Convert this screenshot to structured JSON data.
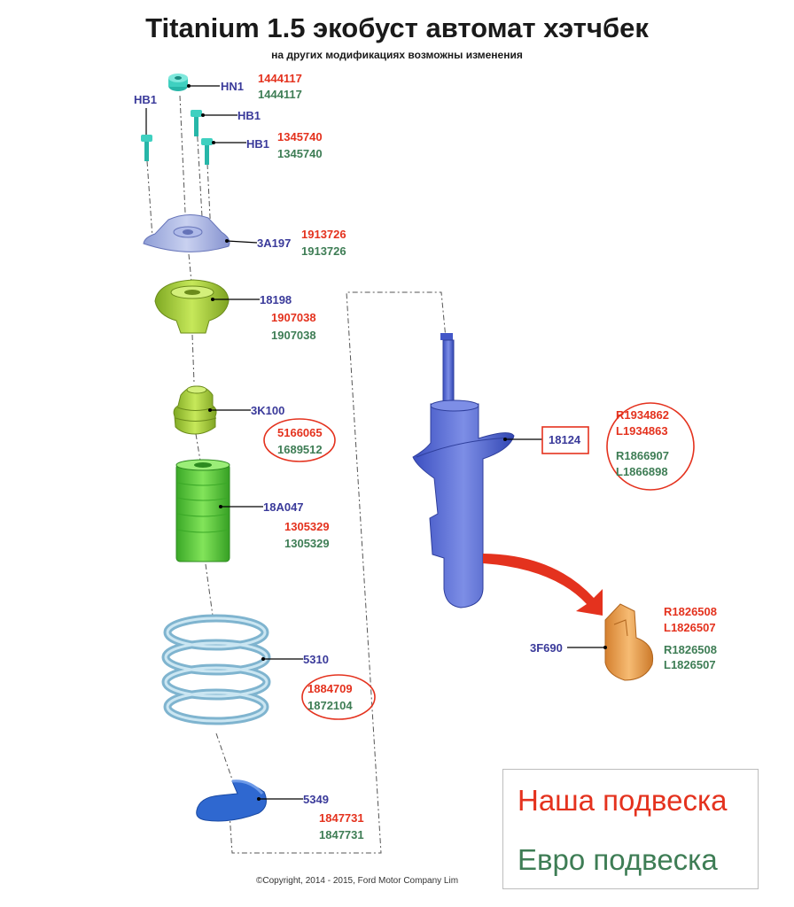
{
  "title": "Titanium 1.5 экобуст автомат хэтчбек",
  "subtitle": "на других модификациях возможны изменения",
  "parts": {
    "hn1": {
      "code": "HN1",
      "our": "1444117",
      "euro": "1444117"
    },
    "hb1_left": {
      "code": "HB1"
    },
    "hb1_mid": {
      "code": "HB1"
    },
    "hb1_right": {
      "code": "HB1",
      "our": "1345740",
      "euro": "1345740"
    },
    "mount": {
      "code": "3A197",
      "our": "1913726",
      "euro": "1913726"
    },
    "seat": {
      "code": "18198",
      "our": "1907038",
      "euro": "1907038"
    },
    "bumper": {
      "code": "3K100",
      "our": "5166065",
      "euro": "1689512"
    },
    "boot": {
      "code": "18A047",
      "our": "1305329",
      "euro": "1305329"
    },
    "spring": {
      "code": "5310",
      "our": "1884709",
      "euro": "1872104"
    },
    "isolator": {
      "code": "5349",
      "our": "1847731",
      "euro": "1847731"
    },
    "strut": {
      "code": "18124",
      "our_r": "R1934862",
      "our_l": "L1934863",
      "euro_r": "R1866907",
      "euro_l": "L1866898"
    },
    "bracket": {
      "code": "3F690",
      "our_r": "R1826508",
      "our_l": "L1826507",
      "euro_r": "R1826508",
      "euro_l": "L1826507"
    }
  },
  "legend": {
    "our": "Наша подвеска",
    "euro": "Евро подвеска"
  },
  "copyright": "©Copyright, 2014 - 2015, Ford Motor Company Lim",
  "colors": {
    "our": "#e4321e",
    "euro": "#3e7d55",
    "code": "#3a3a9a",
    "spring": "#9ec9dd",
    "rubber": "#a9d43a",
    "boot": "#63cf3c",
    "metal": "#5b71d6",
    "bracket": "#e69b4c"
  }
}
